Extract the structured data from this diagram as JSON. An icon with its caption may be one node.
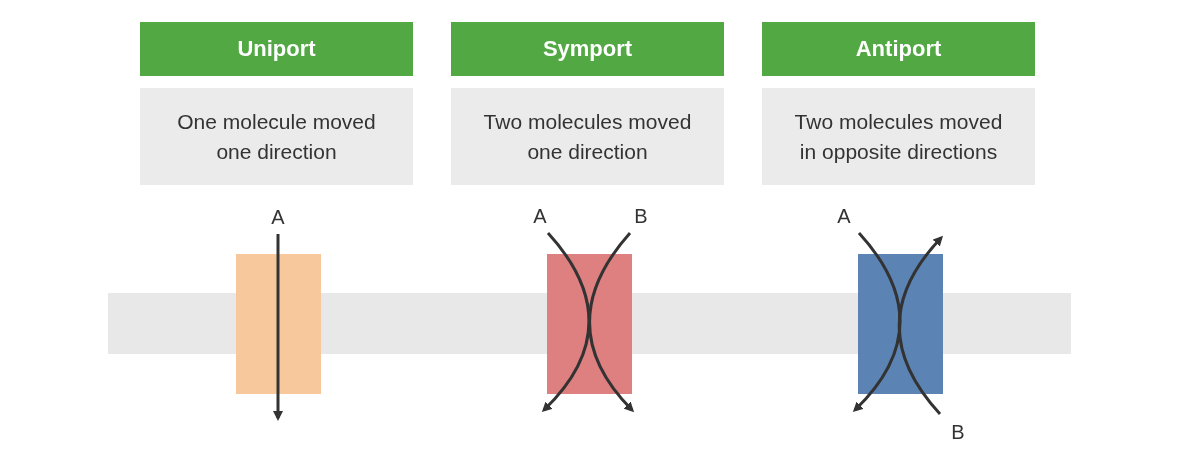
{
  "diagram": {
    "nodes": [
      {
        "text": [
          "Uniport"
        ]
      },
      {
        "text": [
          "One molecule moved one direction"
        ]
      },
      {
        "text": [
          "Symport"
        ]
      },
      {
        "text": [
          "Two molecules moved one direction"
        ]
      },
      {
        "text": [
          "Antiport"
        ]
      },
      {
        "text": [
          "Two molecules moved in opposite directions"
        ]
      },
      {
        "text": [
          "A"
        ]
      },
      {
        "text": [],
        "shape": "box"
      },
      {
        "text": [
          "A"
        ]
      },
      {
        "text": [
          "B"
        ]
      },
      {
        "text": [],
        "shape": "box"
      },
      {
        "text": [
          "A"
        ]
      },
      {
        "text": [],
        "shape": "box"
      },
      {
        "text": [
          "B"
        ]
      }
    ],
    "edges": [
      {
        "from": 6,
        "to": 7,
        "arrow": "to"
      },
      {
        "from": 8,
        "to": 10,
        "arrow": "to"
      },
      {
        "from": 9,
        "to": 10,
        "arrow": "to"
      },
      {
        "from": 11,
        "to": 12,
        "arrow": "to"
      },
      {
        "from": 13,
        "to": 12,
        "arrow": "to"
      }
    ]
  }
}
